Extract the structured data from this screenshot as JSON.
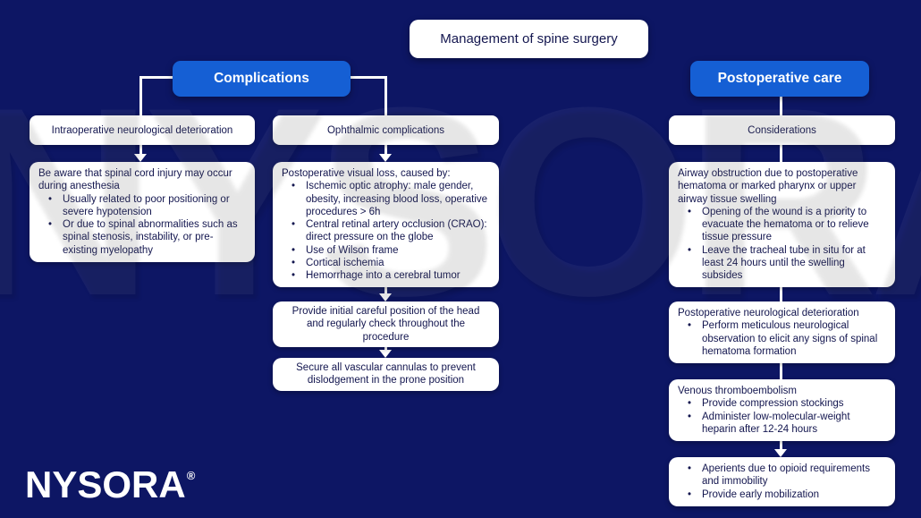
{
  "title": "Management of spine surgery",
  "watermark": "NYSORA®",
  "logo": {
    "text": "NYSORA",
    "registered": "®"
  },
  "colors": {
    "background": "#0d1664",
    "accent_blue": "#155fd4",
    "box_background": "#ffffff",
    "box_text": "#13164f",
    "connector": "#ffffff"
  },
  "branches": [
    {
      "header": "Complications",
      "columns": [
        {
          "label": "Intraoperative neurological deterioration",
          "boxes": [
            {
              "heading": "Be aware that spinal cord injury may occur during anesthesia",
              "bullets": [
                "Usually related to poor positioning or severe hypotension",
                "Or due to spinal abnormalities such as spinal stenosis, instability, or pre-existing myelopathy"
              ]
            }
          ]
        },
        {
          "label": "Ophthalmic complications",
          "boxes": [
            {
              "heading": "Postoperative visual loss, caused by:",
              "bullets": [
                "Ischemic optic atrophy: male gender, obesity, increasing blood loss, operative procedures > 6h",
                "Central retinal artery occlusion (CRAO): direct pressure on the globe",
                "Use of Wilson frame",
                "Cortical ischemia",
                "Hemorrhage into a cerebral tumor"
              ]
            },
            {
              "heading": "Provide initial careful position of the head and regularly check throughout the procedure",
              "bullets": []
            },
            {
              "heading": "Secure all vascular cannulas to prevent dislodgement in the prone position",
              "bullets": []
            }
          ]
        }
      ]
    },
    {
      "header": "Postoperative care",
      "columns": [
        {
          "label": "Considerations",
          "boxes": [
            {
              "heading": "Airway obstruction due to postoperative hematoma or marked pharynx or upper airway tissue swelling",
              "bullets": [
                "Opening of the wound is a priority to evacuate the hematoma or to relieve tissue pressure",
                "Leave the tracheal tube in situ for at least 24 hours until the swelling subsides"
              ]
            },
            {
              "heading": "Postoperative neurological deterioration",
              "bullets": [
                "Perform meticulous neurological observation to elicit any signs of spinal hematoma formation"
              ]
            },
            {
              "heading": "Venous thromboembolism",
              "bullets": [
                "Provide compression stockings",
                "Administer low-molecular-weight heparin after 12-24 hours"
              ]
            },
            {
              "heading": "",
              "bullets": [
                "Aperients due to opioid requirements and immobility",
                "Provide early mobilization"
              ]
            }
          ]
        }
      ]
    }
  ]
}
